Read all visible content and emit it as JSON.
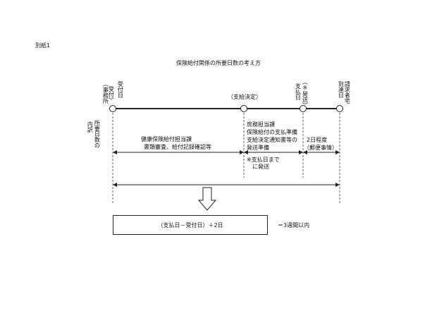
{
  "annex_label": "別紙1",
  "title": "保険給付関係の所要日数の考え方",
  "milestones": {
    "reception": {
      "lines": [
        "（事務所",
        "受付）",
        "受付日"
      ]
    },
    "decision": {
      "label": "（支給決定）"
    },
    "payment": {
      "lines": [
        "（※発送）",
        "支払日"
      ]
    },
    "arrival": {
      "lines": [
        "請求者宅",
        "到達日"
      ]
    }
  },
  "side_label": [
    "所要日数の",
    "内訳"
  ],
  "segments": {
    "health_insurance": [
      "健康保険給付担当課",
      "書類審査、給付記録確認等"
    ],
    "general_affairs": [
      "庶務担当課",
      "保険給付の支払準備",
      "支給決定通知書等の",
      "発送準備"
    ],
    "note": [
      "※支払日まで",
      "に発送"
    ],
    "postal": [
      "2日程度",
      "（郵便事情）"
    ]
  },
  "formula": "（支払日－受付日）＋2日",
  "result": "＝3週間以内"
}
